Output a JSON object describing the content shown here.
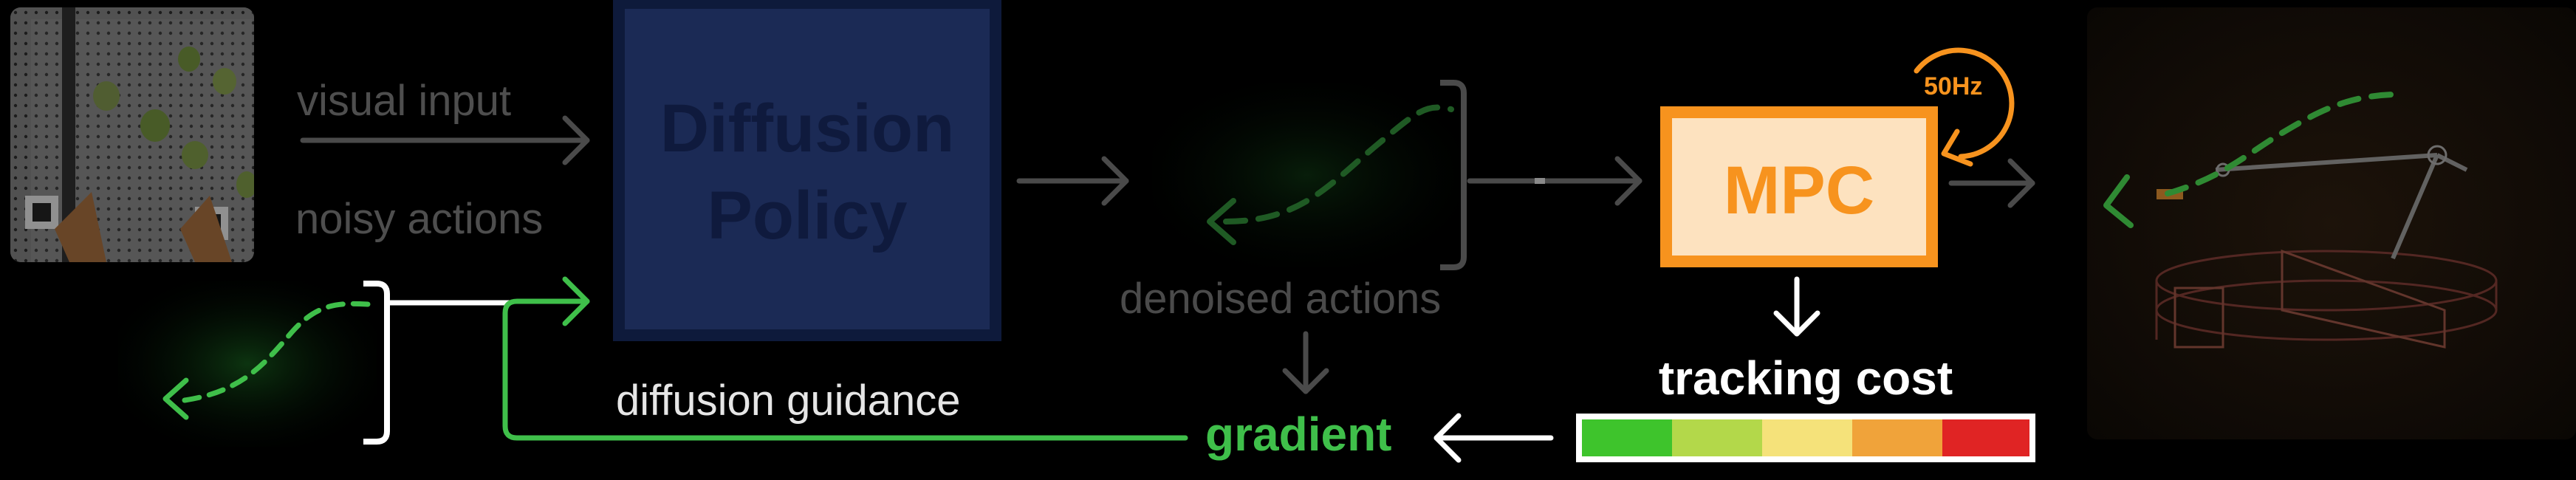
{
  "labels": {
    "visual_input": "visual input",
    "noisy_actions": "noisy actions",
    "diffusion_policy_line1": "Diffusion",
    "diffusion_policy_line2": "Policy",
    "denoised_actions": "denoised actions",
    "mpc": "MPC",
    "rate": "50Hz",
    "tracking_cost": "tracking cost",
    "diffusion_guidance": "diffusion guidance",
    "gradient": "gradient"
  },
  "colors": {
    "background": "#000000",
    "policy_block": "#1b2a55",
    "policy_text": "#0f1a3d",
    "mpc_orange": "#f7931e",
    "mpc_fill": "#fde2bf",
    "guidance_green": "#3fbf4a",
    "faded_gray": "#4a4a4a",
    "cost_bar": [
      "#3ec42c",
      "#b3d84a",
      "#f5e27a",
      "#f0a33a",
      "#e02424"
    ]
  },
  "icons": {
    "camera_view": "camera-image",
    "robot_view": "robot-drone-image",
    "loop": "refresh-loop-icon"
  }
}
